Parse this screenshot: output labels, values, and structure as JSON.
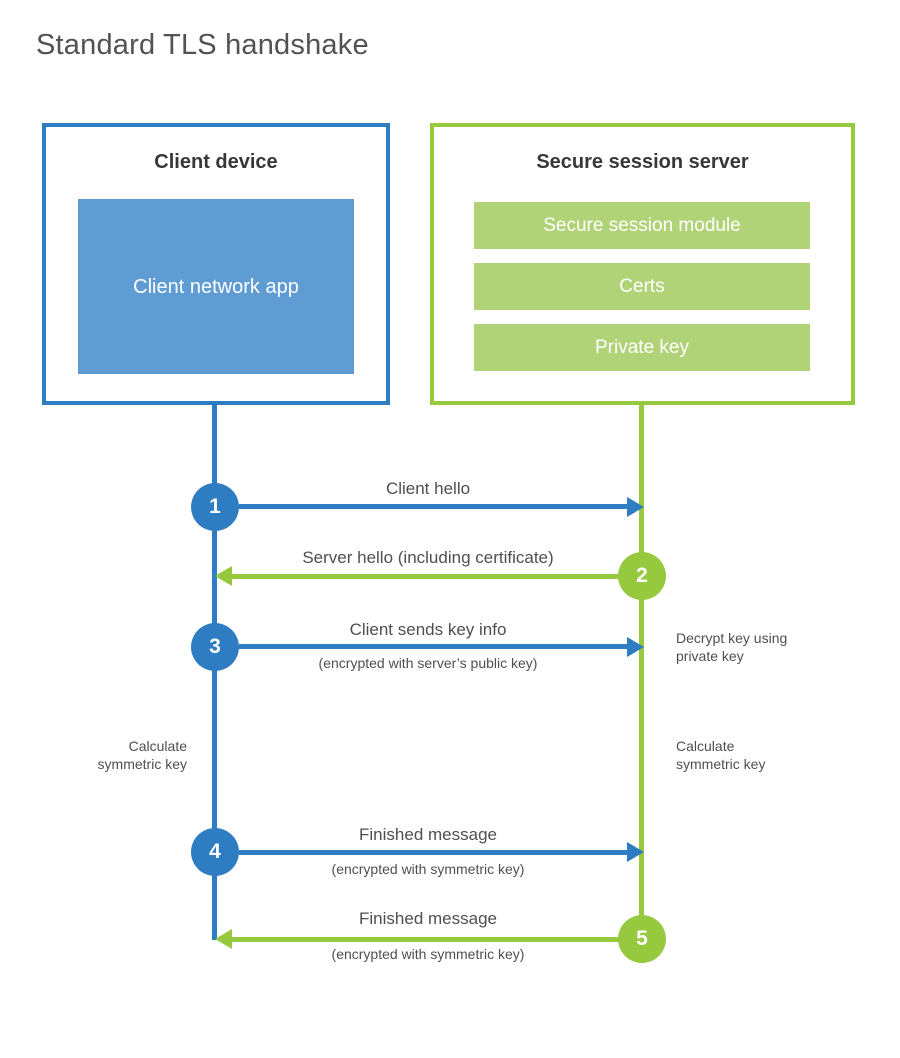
{
  "title": "Standard TLS handshake",
  "client": {
    "title": "Client device",
    "app_label": "Client network app"
  },
  "server": {
    "title": "Secure session server",
    "modules": [
      "Secure session module",
      "Certs",
      "Private key"
    ]
  },
  "steps": [
    {
      "number": "1",
      "actor": "client",
      "direction": "right",
      "label": "Client hello",
      "sublabel": ""
    },
    {
      "number": "2",
      "actor": "server",
      "direction": "left",
      "label": "Server hello (including certificate)",
      "sublabel": ""
    },
    {
      "number": "3",
      "actor": "client",
      "direction": "right",
      "label": "Client sends key info",
      "sublabel": "(encrypted with server’s public key)"
    },
    {
      "number": "4",
      "actor": "client",
      "direction": "right",
      "label": "Finished message",
      "sublabel": "(encrypted with symmetric key)"
    },
    {
      "number": "5",
      "actor": "server",
      "direction": "left",
      "label": "Finished message",
      "sublabel": "(encrypted with symmetric key)"
    }
  ],
  "annotations": {
    "client_calculate": "Calculate symmetric key",
    "server_decrypt": "Decrypt key using private key",
    "server_calculate": "Calculate symmetric key"
  },
  "colors": {
    "client_accent": "#2e7cc1",
    "client_fill": "#5f9cd4",
    "server_accent": "#97c93f",
    "server_fill": "#b1d377",
    "text": "#4f4f4f"
  }
}
